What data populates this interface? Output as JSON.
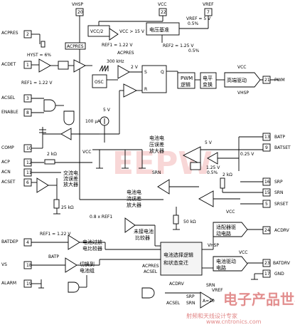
{
  "top_pins": {
    "vhsp": {
      "name": "VHSP",
      "num": "20"
    },
    "vcc": {
      "name": "VCC",
      "num": "22"
    },
    "vref": {
      "name": "VREF",
      "num": "7"
    }
  },
  "left_pins": [
    {
      "name": "ACPRES",
      "num": "2"
    },
    {
      "name": "ACDET",
      "num": "1"
    },
    {
      "name": "ACSEL",
      "num": "3"
    },
    {
      "name": "ENABLE",
      "num": "8"
    },
    {
      "name": "COMP",
      "num": "10"
    },
    {
      "name": "ACP",
      "num": "12"
    },
    {
      "name": "ACN",
      "num": "11"
    },
    {
      "name": "ACSET",
      "num": "6"
    },
    {
      "name": "BATDEP",
      "num": "4"
    },
    {
      "name": "VS",
      "num": "18"
    },
    {
      "name": "ALARM",
      "num": "19"
    }
  ],
  "right_pins": [
    {
      "name": "PWM",
      "num": "21"
    },
    {
      "name": "BATP",
      "num": "13"
    },
    {
      "name": "BATSET",
      "num": "9"
    },
    {
      "name": "SRP",
      "num": "16"
    },
    {
      "name": "SRN",
      "num": "15"
    },
    {
      "name": "SRSET",
      "num": "5"
    },
    {
      "name": "ACDRV",
      "num": "24"
    },
    {
      "name": "BATDRV",
      "num": "23"
    },
    {
      "name": "GND",
      "num": "17"
    }
  ],
  "blocks": {
    "vcc2": "VCC/2",
    "vref_block": "电压基准",
    "osc": "OSC",
    "pwm_logic": [
      "PWM",
      "逻辑"
    ],
    "level_shift": [
      "电平",
      "变换"
    ],
    "hs_driver": "高端驱动",
    "ac_drv_block": [
      "适配器驱",
      "动电路"
    ],
    "bat_drv_block": [
      "电池驱动",
      "电路"
    ],
    "switch_logic": [
      "电池选择逻辑",
      "和状态变迁"
    ],
    "sr_ff": {
      "s": "S",
      "r": "R",
      "q": "Q"
    }
  },
  "labels": {
    "vcc_gt": "VCC > 15 V",
    "ref1_122": "REF1 = 1.22 V",
    "acpres_ref": "ACPRES",
    "acpres_box": "ACPRES",
    "vref_5v": "VREF = 5 V",
    "vref_pct": "0.5%",
    "ref2": "REF2 = 1.25 V",
    "ref2_pct": "0.5%",
    "hyst": "HYST = 6%",
    "ref1_acdet": "REF1 = 1.22 V",
    "khz": "300 kHz",
    "two_v": "2 V",
    "vcc_hs": "VCC",
    "vhsp_hs": "VHSP",
    "ua100": "100 μA",
    "v5_comp": "5 V",
    "bat_err_amp": [
      "电池电",
      "压误差",
      "放大器"
    ],
    "v5_batset": "5 V",
    "v025": "0.25 V",
    "v125": "1.25 V",
    "v125_pct": "0.5%",
    "r2k_left": "2 kΩ",
    "vcc_acp": "VCC",
    "ac_cur_amp": [
      "交流电",
      "流误差",
      "放大器"
    ],
    "r2k_right": "2 kΩ",
    "srn_label": "SRN",
    "bat_cur_amp": [
      "电池电",
      "流误差",
      "放大器"
    ],
    "r25k": "25 kΩ",
    "r50k": "50 kΩ",
    "ref1_08": "0.8 x REF1",
    "undervolt_cmp": [
      "未接电池",
      "比较器"
    ],
    "ref1_batdep": "REF1 = 1.22 V",
    "bat_overvolt_cmp": [
      "电池过放",
      "电比较器"
    ],
    "batp_label": "BATP",
    "switch_to_bat": [
      "切换到",
      "电池组"
    ],
    "acpres_in": "ACPRES",
    "acsel_in": "ACSEL",
    "acdrv_in": "ACDRV",
    "vcc_acdrv": "VCC",
    "vhsp_acdrv": "VHSP",
    "vcc_batdrv": "VCC",
    "acsel_bot": "ACSEL",
    "srn_bot": "SRN",
    "vref_bot": "VREF",
    "srp_bot": "SRP",
    "srn_bot2": "SRN",
    "gain": "A=20"
  },
  "watermarks": {
    "eepw": "EEPW",
    "site_cn": "电子产品世界",
    "bottom_cn": "射频和天线设计专家",
    "bottom_en": "www.cntronics.com"
  }
}
